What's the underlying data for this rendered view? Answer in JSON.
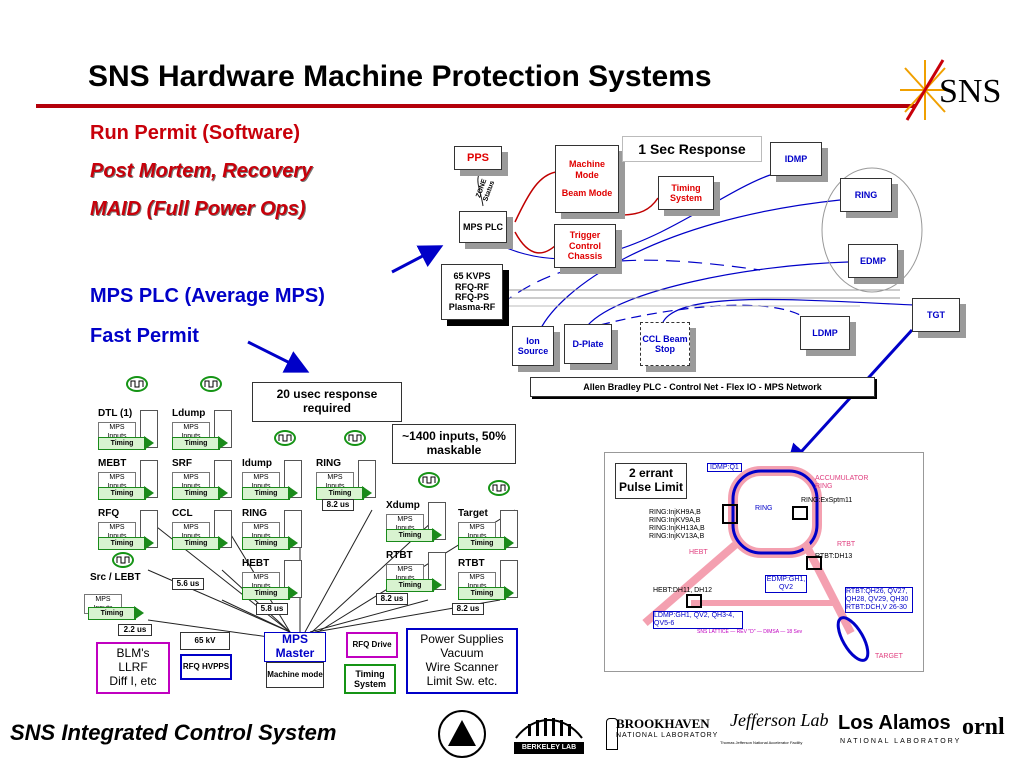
{
  "slide": {
    "title": "SNS Hardware Machine Protection Systems",
    "logo_text": "SNS",
    "footer": "SNS Integrated Control System"
  },
  "left": {
    "run_permit": "Run Permit (Software)",
    "post_mortem": "Post Mortem, Recovery",
    "maid": "MAID (Full Power Ops)",
    "mps_plc": "MPS PLC (Average MPS)",
    "fast_permit": "Fast Permit"
  },
  "top_diagram": {
    "pps": "PPS",
    "zone_status": "ZONE Status",
    "machine_mode": "Machine Mode",
    "beam_mode": "Beam Mode",
    "timing_system": "Timing System",
    "trigger": "Trigger Control Chassis",
    "mps_plc": "MPS PLC",
    "kvps": [
      "65 KVPS",
      "RFQ-RF",
      "RFQ-PS",
      "Plasma-RF"
    ],
    "one_sec": "1 Sec Response",
    "idmp": "IDMP",
    "ring": "RING",
    "edmp": "EDMP",
    "tgt": "TGT",
    "ldmp": "LDMP",
    "ion_source": "Ion Source",
    "dplate": "D-Plate",
    "ccl_beam_stop": "CCL Beam Stop",
    "network": "Allen Bradley PLC - Control Net - Flex IO - MPS Network"
  },
  "fast": {
    "response": "20 usec response required",
    "inputs": "~1400 inputs, 50% maskable",
    "mps_inputs": "MPS Inputs",
    "timing": "Timing",
    "systems": [
      "DTL (1)",
      "Ldump",
      "MEBT",
      "SRF",
      "RFQ",
      "CCL",
      "Idump",
      "RING",
      "HEBT",
      "Xdump",
      "Target",
      "RTBT",
      "RTBT"
    ],
    "src_lebt": "Src / LEBT",
    "us": {
      "u22": "2.2 us",
      "u56": "5.6 us",
      "u58": "5.8 us",
      "u82": "8.2 us"
    },
    "mps_master": "MPS Master",
    "kv65": "65 kV",
    "rfq_hvpps": "RFQ HVPPS",
    "machine_mode": "Machine mode",
    "rfq_drive": "RFQ Drive",
    "timing_system": "Timing System",
    "blm": [
      "BLM's",
      "LLRF",
      "Diff I, etc"
    ],
    "power": [
      "Power Supplies",
      "Vacuum",
      "Wire Scanner",
      "Limit Sw. etc."
    ]
  },
  "ring_map": {
    "errant": "2 errant Pulse Limit",
    "idmp_q1": "IDMP:Q1",
    "accum": "ACCUMULATOR RING",
    "ring": "RING",
    "ring_exsptm": "RING:ExSptm11",
    "injk": [
      "RING:InjKH9A,B",
      "RING:InjKV9A,B",
      "RING:InjKH13A,B",
      "RING:InjKV13A,B"
    ],
    "hebt": "HEBT",
    "rtbt": "RTBT",
    "rtbt_dh13": "RTBT:DH13",
    "edmp_gh": "EDMP:GH1, QV2",
    "hebt_dh": "HEBT:DH11, DH12",
    "rtbt_q": "RTBT:QH26, QV27, QH28, QV29, QH30 RTBT:DCH,V 26-30",
    "ldmp_gh": "LDMP:GH1, QV2, QH3-4, QV5-6",
    "lattice": "SNS LATTICE — REV \"D\" — DIMSA — 18 Sev",
    "target": "TARGET"
  },
  "logos": {
    "berkeley": "BERKELEY LAB",
    "brookhaven": "BROOKHAVEN",
    "brookhaven_sub": "NATIONAL LABORATORY",
    "jlab": "Jefferson Lab",
    "jlab_sub": "Thomas Jefferson National Accelerator Facility",
    "losalamos": "Los Alamos",
    "losalamos_sub": "NATIONAL LABORATORY",
    "ornl": "ornl"
  }
}
